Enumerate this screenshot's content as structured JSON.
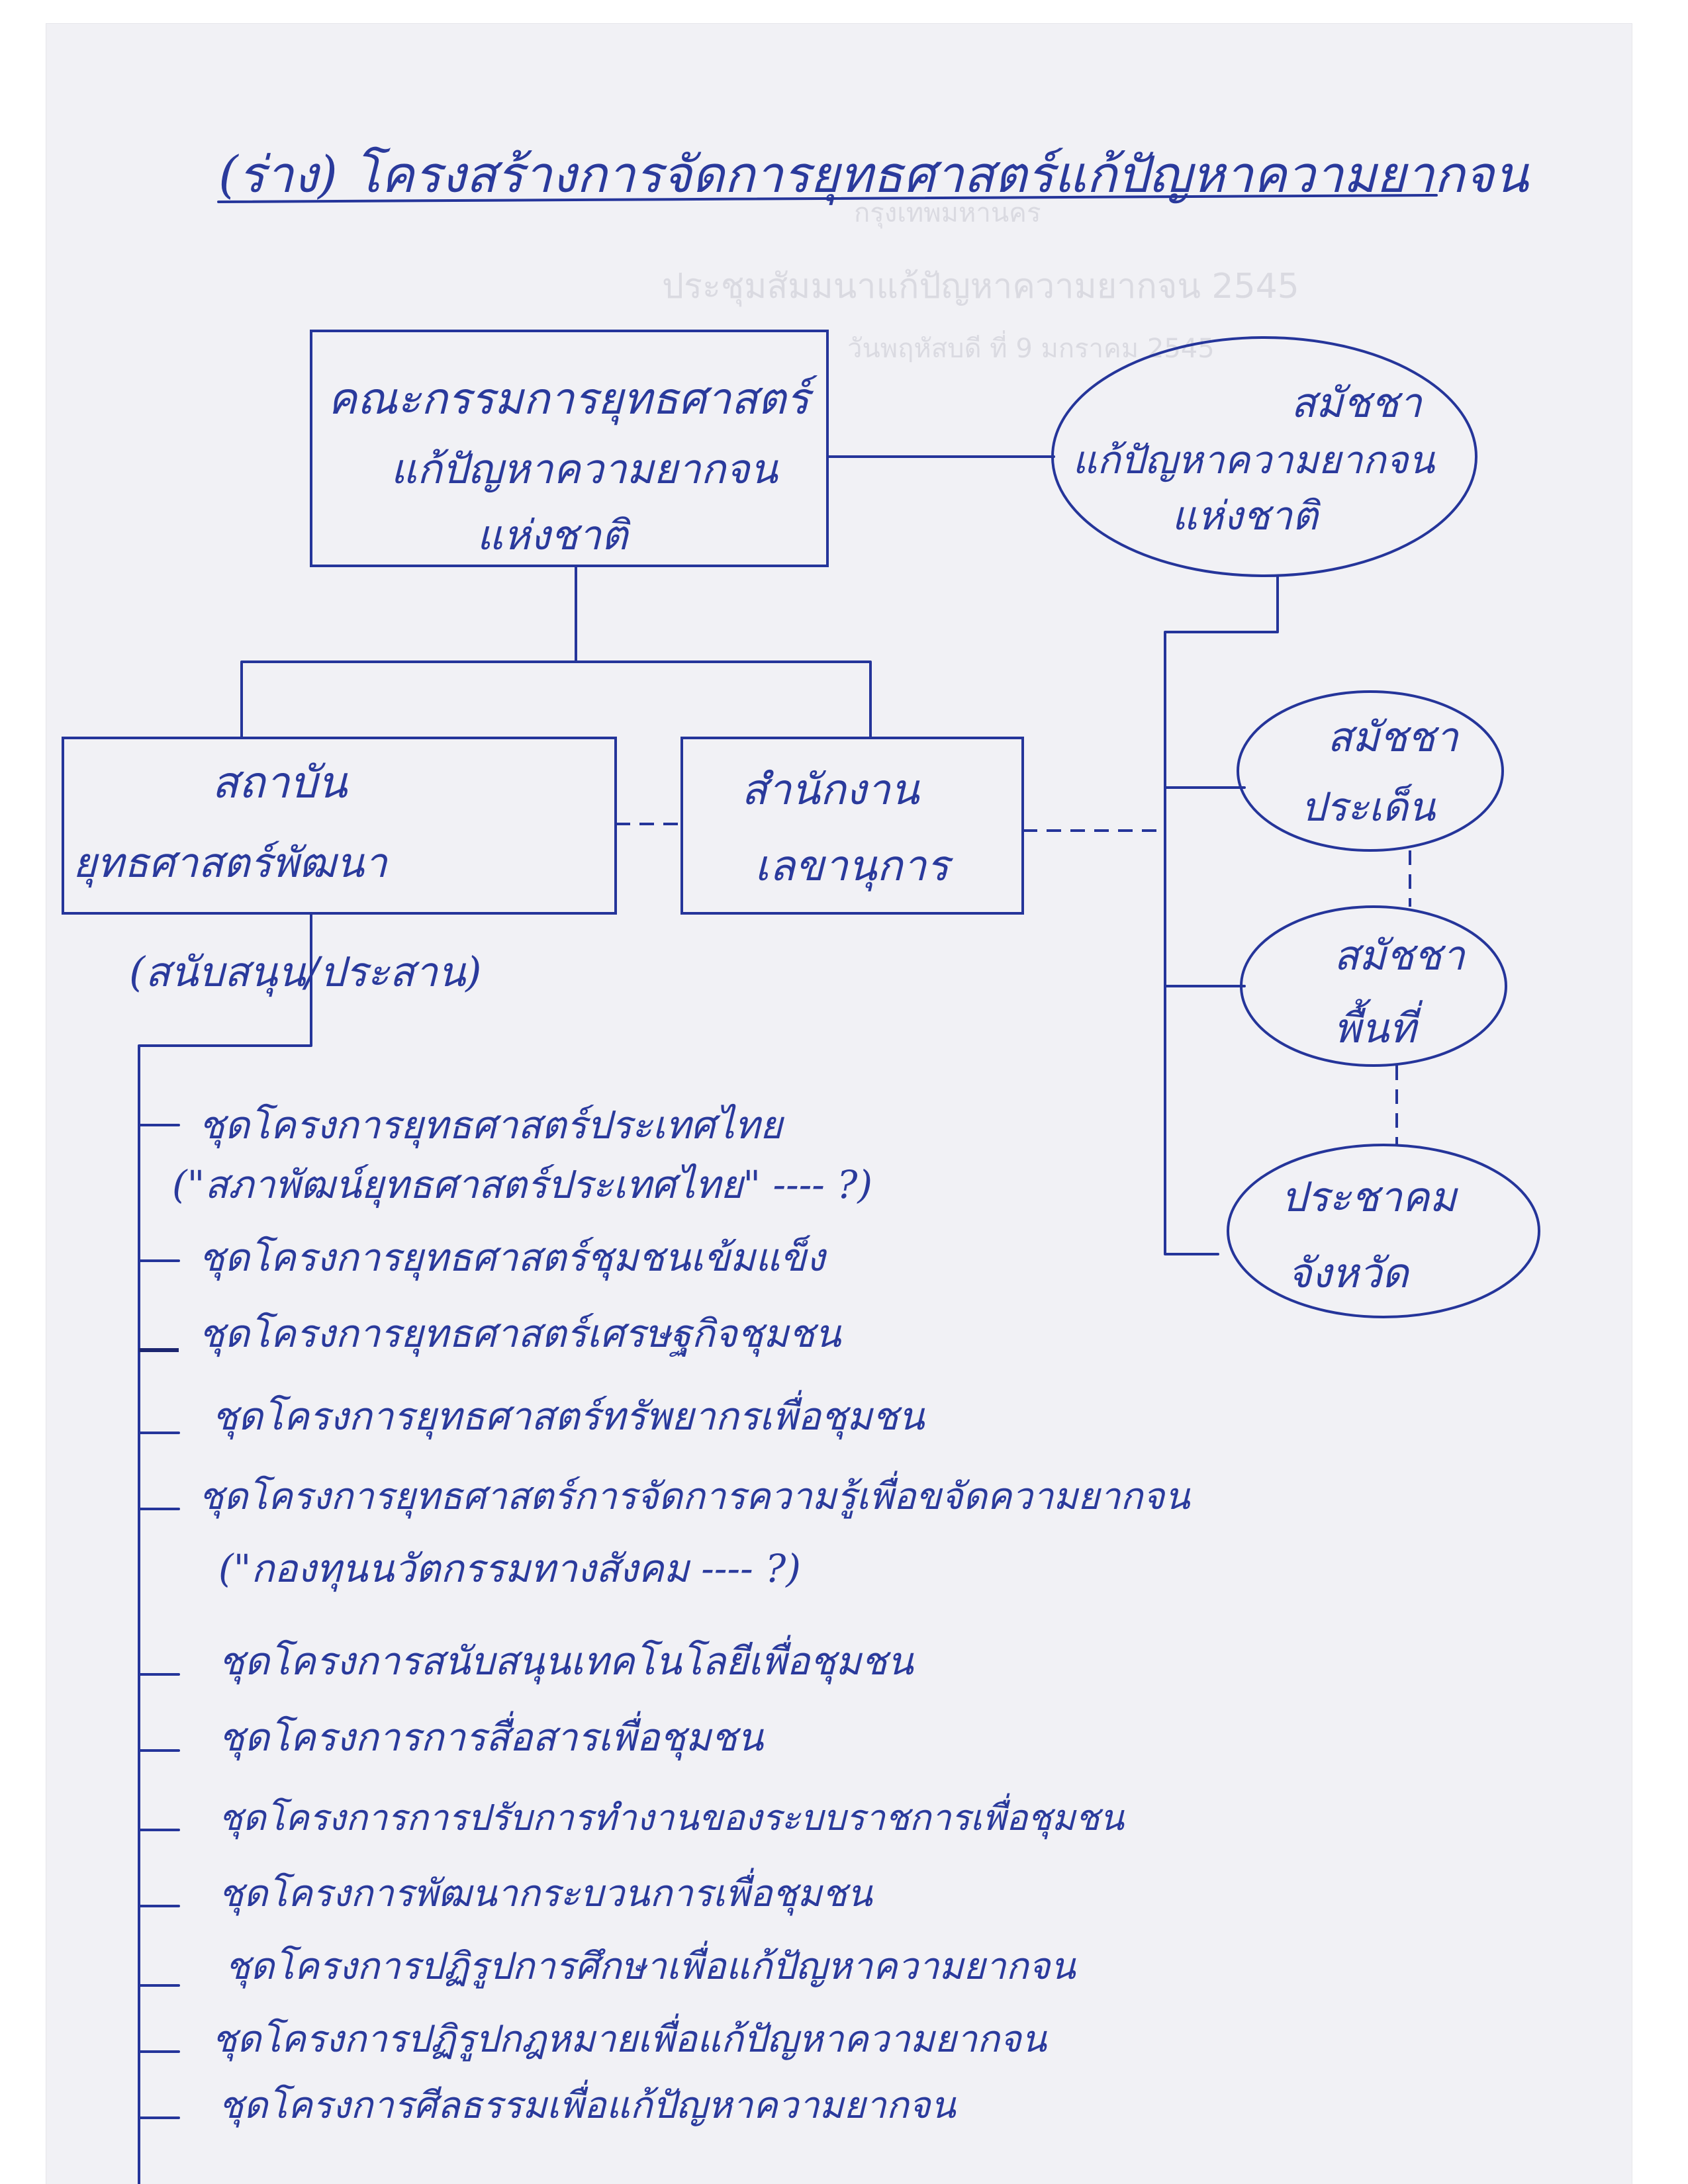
{
  "title": "(ร่าง) โครงสร้างการจัดการยุทธศาสตร์แก้ปัญหาความยากจน",
  "nodes": {
    "committee": [
      "คณะกรรมการยุทธศาสตร์",
      "แก้ปัญหาความยากจน",
      "แห่งชาติ"
    ],
    "national_assembly": [
      "สมัชชา",
      "แก้ปัญหาความยากจน",
      "แห่งชาติ"
    ],
    "institute": [
      "สถาบัน",
      "ยุทธศาสตร์พัฒนา"
    ],
    "secretariat": [
      "สำนักงาน",
      "เลขานุการ"
    ],
    "issue_assembly": [
      "สมัชชา",
      "ประเด็น"
    ],
    "area_assembly": [
      "สมัชชา",
      "พื้นที่"
    ],
    "provincial_forum": [
      "ประชาคม",
      "จังหวัด"
    ],
    "support_label": "(สนับสนุน/ประสาน)"
  },
  "program_list": [
    "ชุดโครงการยุทธศาสตร์ประเทศไทย",
    "(\"สภาพัฒน์ยุทธศาสตร์ประเทศไทย\" ---- ?)",
    "ชุดโครงการยุทธศาสตร์ชุมชนเข้มแข็ง",
    "ชุดโครงการยุทธศาสตร์เศรษฐกิจชุมชน",
    "ชุดโครงการยุทธศาสตร์ทรัพยากรเพื่อชุมชน",
    "ชุดโครงการยุทธศาสตร์การจัดการความรู้เพื่อขจัดความยากจน",
    "(\"กองทุนนวัตกรรมทางสังคม ---- ?)",
    "ชุดโครงการสนับสนุนเทคโนโลยีเพื่อชุมชน",
    "ชุดโครงการการสื่อสารเพื่อชุมชน",
    "ชุดโครงการการปรับการทำงานของระบบราชการเพื่อชุมชน",
    "ชุดโครงการพัฒนากระบวนการเพื่อชุมชน",
    "ชุดโครงการปฏิรูปการศึกษาเพื่อแก้ปัญหาความยากจน",
    "ชุดโครงการปฏิรูปกฎหมายเพื่อแก้ปัญหาความยากจน",
    "ชุดโครงการศีลธรรมเพื่อแก้ปัญหาความยากจน"
  ],
  "bleed_through": [
    "กรุงเทพมหานคร",
    "ประชุมสัมมนาแก้ปัญหาความยากจน 2545",
    "วันพฤหัสบดี ที่ 9 มกราคม 2545"
  ],
  "colors": {
    "ink": "#2a3a9c",
    "paper": "#f1f1f5"
  }
}
